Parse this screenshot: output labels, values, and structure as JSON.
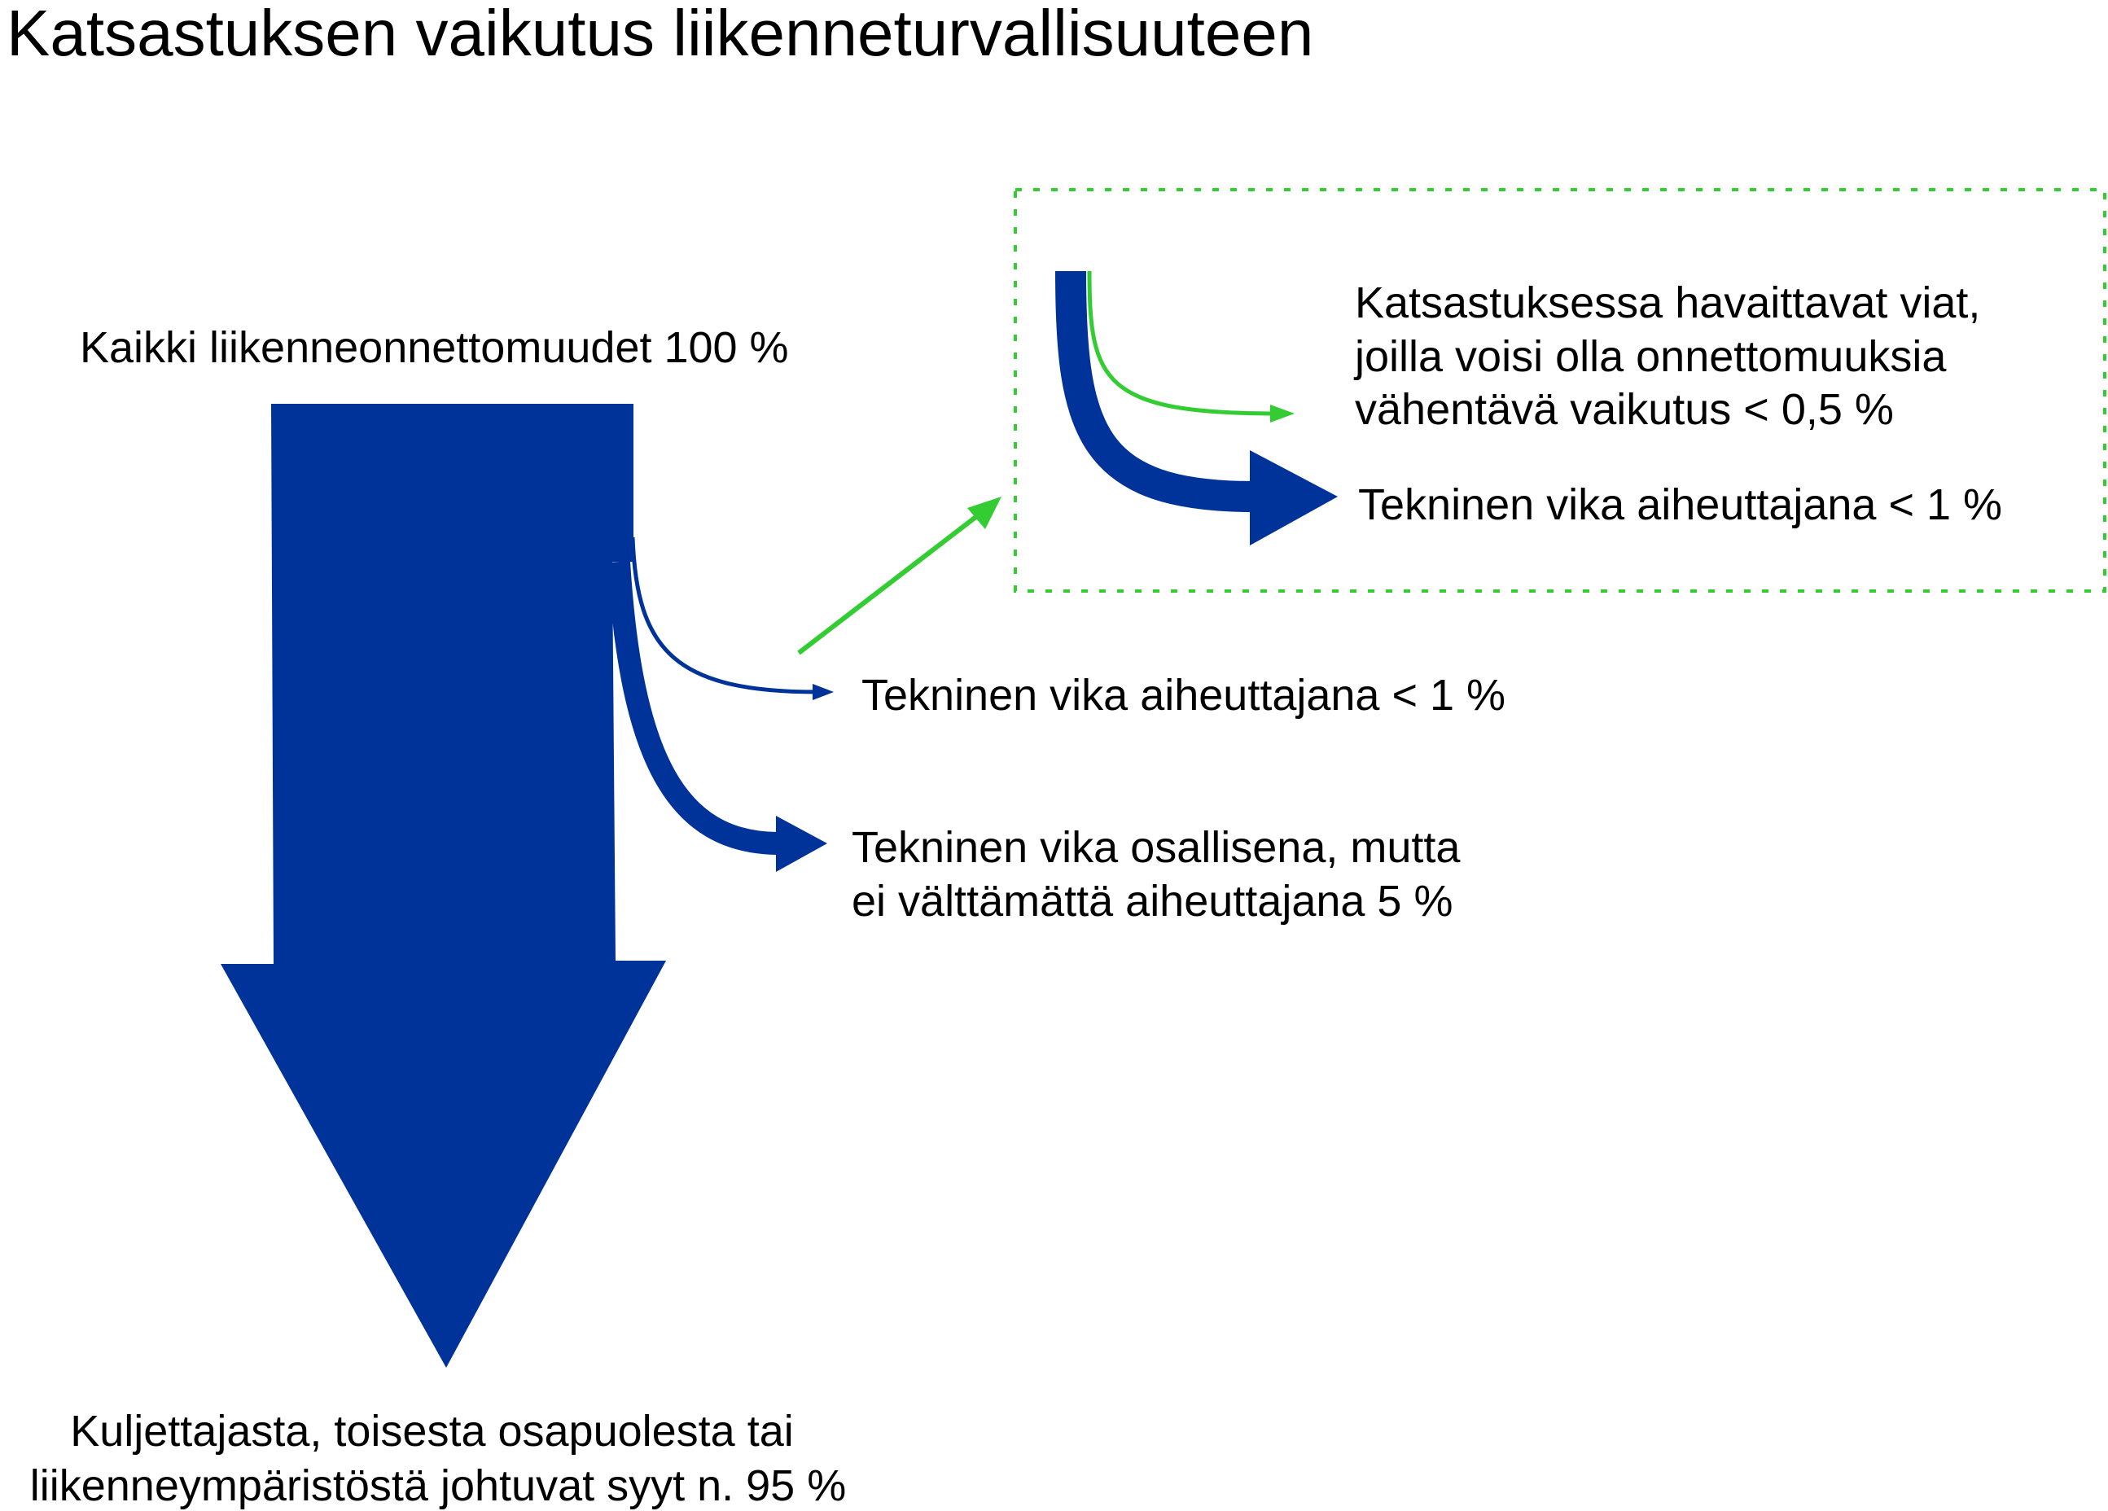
{
  "title": "Katsastuksen vaikutus liikenneturvallisuuteen",
  "colors": {
    "primary_blue": "#003399",
    "accent_green": "#33CC33",
    "text": "#000000",
    "background": "#FFFFFF"
  },
  "nodes": {
    "all_accidents": "Kaikki liikenneonnettomuudet 100 %",
    "driver_causes": {
      "line1": "Kuljettajasta, toisesta osapuolesta tai",
      "line2": "liikenneympäristöstä johtuvat syyt n. 95 %"
    },
    "technical_cause": "Tekninen vika aiheuttajana < 1 %",
    "technical_involved": {
      "line1": "Tekninen vika osallisena, mutta",
      "line2": "ei välttämättä aiheuttajana 5 %"
    },
    "inspection_detectable": {
      "line1": "Katsastuksessa havaittavat viat,",
      "line2": "joilla voisi olla onnettomuuksia",
      "line3": "vähentävä vaikutus < 0,5 %"
    },
    "inspection_technical_cause": "Tekninen vika aiheuttajana < 1 %"
  }
}
